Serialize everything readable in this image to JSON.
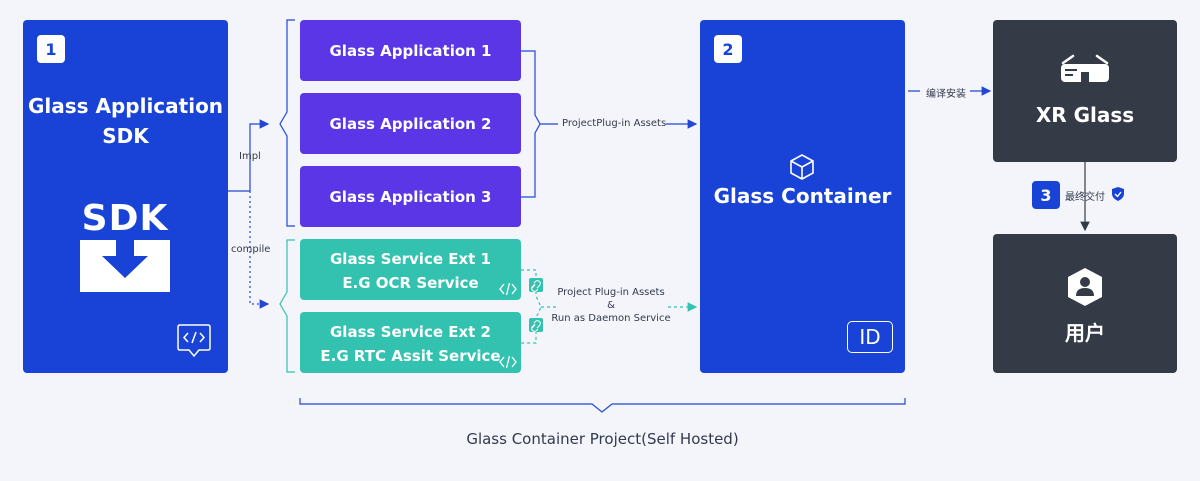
{
  "sdk_box": {
    "step": "1",
    "title_line1": "Glass Application",
    "title_line2": "SDK",
    "logo_text": "SDK",
    "colors": {
      "background": "#1843d6"
    }
  },
  "edges": {
    "impl": "Impl",
    "compile": "compile",
    "app_assets": "ProjectPlug-in Assets",
    "svc_assets_line1": "Project Plug-in Assets",
    "svc_assets_line2": "&",
    "svc_assets_line3": "Run as Daemon Service",
    "install": "编译安装",
    "deliver": "最终交付"
  },
  "applications": [
    {
      "label": "Glass Application 1"
    },
    {
      "label": "Glass Application 2"
    },
    {
      "label": "Glass Application 3"
    }
  ],
  "services": [
    {
      "line1": "Glass Service Ext 1",
      "line2": "E.G OCR Service"
    },
    {
      "line1": "Glass Service Ext 2",
      "line2": "E.G RTC Assit Service"
    }
  ],
  "container": {
    "step": "2",
    "title": "Glass Container",
    "badge": "ID"
  },
  "xr_glass": {
    "title": "XR Glass"
  },
  "deliver_step": "3",
  "user": {
    "title": "用户"
  },
  "project_label": "Glass Container Project(Self Hosted)",
  "colors": {
    "blue": "#1843d6",
    "purple": "#5b36e6",
    "teal": "#33c2b0",
    "dark": "#343a46",
    "bg": "#f3f5fa"
  }
}
